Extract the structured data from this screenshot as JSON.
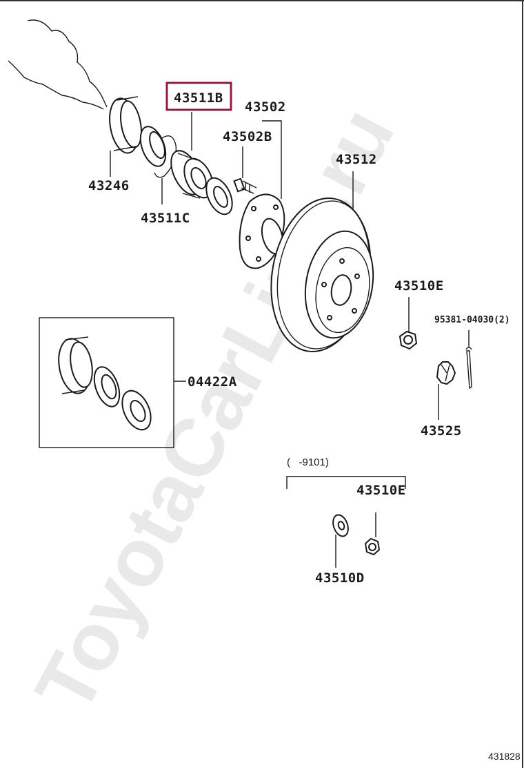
{
  "watermark": "ToyotaCarLine.ru",
  "highlight_color": "#8b1f3f",
  "parts": {
    "p43511b": "43511B",
    "p43502": "43502",
    "p43502b": "43502B",
    "p43512": "43512",
    "p43246": "43246",
    "p43511c": "43511C",
    "p43510e_top": "43510E",
    "p95381": "95381-04030(2)",
    "p04422a": "04422A",
    "p43525": "43525",
    "p43510e_bottom": "43510E",
    "p43510d": "43510D"
  },
  "note_range": "(   -9101)",
  "ref_number": "431828"
}
